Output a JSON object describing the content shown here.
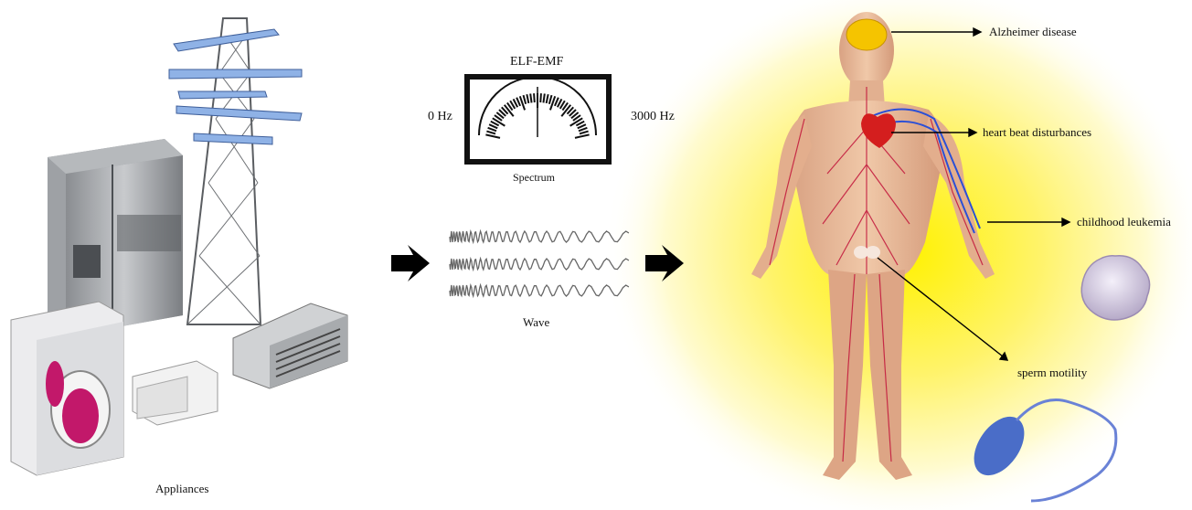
{
  "left": {
    "caption": "Appliances"
  },
  "meter": {
    "title": "ELF-EMF",
    "min_label": "0 Hz",
    "max_label": "3000 Hz",
    "caption": "Spectrum"
  },
  "wave": {
    "caption": "Wave"
  },
  "effects": {
    "brain": "Alzheimer disease",
    "heart": "heart beat disturbances",
    "blood": "childhood leukemia",
    "sperm": "sperm motility"
  },
  "colors": {
    "glow": "#fff200",
    "skin": "#e8b896",
    "vessels": "#c2143a",
    "arm_vessels": "#2b4fd6",
    "tower_blue": "#7fa8e0"
  }
}
